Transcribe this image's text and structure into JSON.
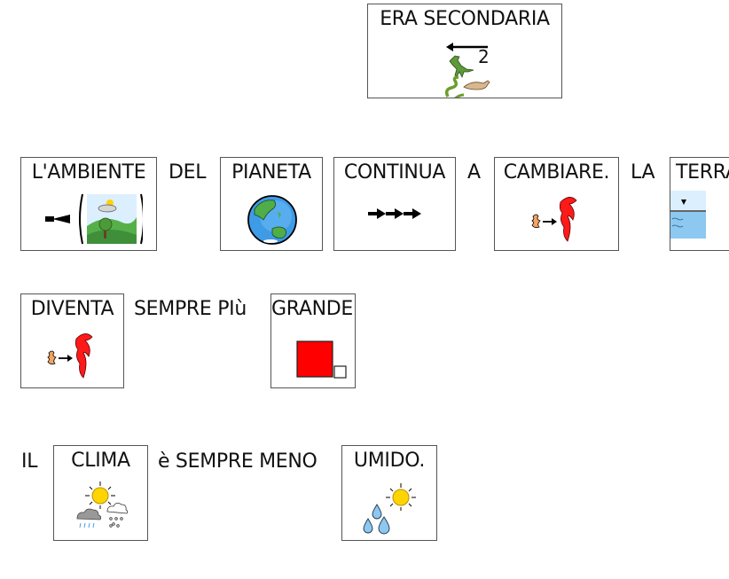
{
  "title_card": {
    "word": "ERA SECONDARIA",
    "icon": "era-arrow-dinosaur-snake-mouse",
    "number": "2"
  },
  "sentence1": {
    "tokens": [
      {
        "type": "card",
        "word": "L'AMBIENTE",
        "icon": "environment-landscape-icon"
      },
      {
        "type": "text",
        "word": "DEL"
      },
      {
        "type": "card",
        "word": "PIANETA",
        "icon": "globe-icon"
      },
      {
        "type": "card",
        "word": "CONTINUA",
        "icon": "triple-arrow-icon"
      },
      {
        "type": "text",
        "word": "A"
      },
      {
        "type": "card",
        "word": "CAMBIARE.",
        "icon": "change-transform-icon"
      },
      {
        "type": "text",
        "word": "LA"
      },
      {
        "type": "card",
        "word": "TERRA",
        "icon": "land-water-icon"
      }
    ]
  },
  "sentence2": {
    "tokens": [
      {
        "type": "card",
        "word": "DIVENTA",
        "icon": "change-transform-icon"
      },
      {
        "type": "text",
        "word": "SEMPRE PIù"
      },
      {
        "type": "card",
        "word": "GRANDE.",
        "icon": "big-square-icon"
      }
    ]
  },
  "sentence3": {
    "tokens": [
      {
        "type": "text",
        "word": "IL"
      },
      {
        "type": "card",
        "word": "CLIMA",
        "icon": "weather-icon"
      },
      {
        "type": "text",
        "word": "è SEMPRE MENO"
      },
      {
        "type": "card",
        "word": "UMIDO.",
        "icon": "humid-icon"
      }
    ]
  },
  "colors": {
    "border": "#555555",
    "red": "#ff0000",
    "sun": "#ffd400",
    "water": "#8cc8f0",
    "green": "#3fa34d"
  }
}
